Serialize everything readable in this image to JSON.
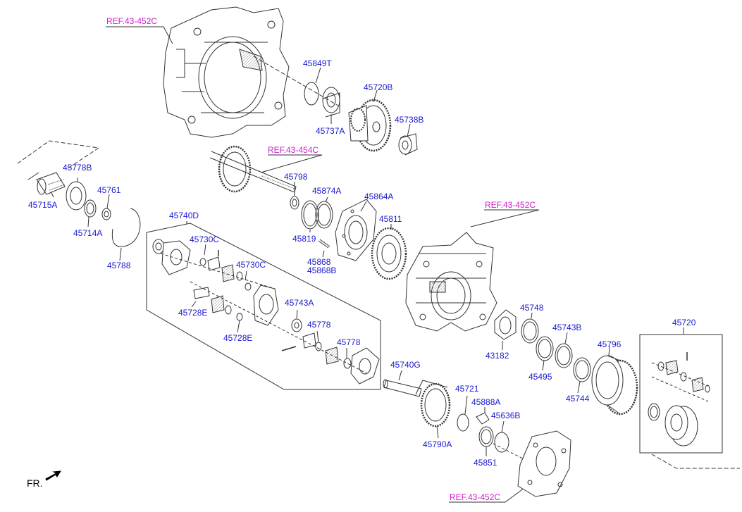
{
  "refs": {
    "ref_top": "REF.43-452C",
    "ref_mid": "REF.43-454C",
    "ref_right": "REF.43-452C",
    "ref_bottom": "REF.43-452C"
  },
  "parts": {
    "p45849T": "45849T",
    "p45720B": "45720B",
    "p45737A": "45737A",
    "p45738B": "45738B",
    "p45778B": "45778B",
    "p45715A": "45715A",
    "p45761": "45761",
    "p45714A": "45714A",
    "p45788": "45788",
    "p45798": "45798",
    "p45874A": "45874A",
    "p45864A": "45864A",
    "p45819": "45819",
    "p45811": "45811",
    "p45868": "45868",
    "p45868B": "45868B",
    "p45740D": "45740D",
    "p45730C_a": "45730C",
    "p45730C_b": "45730C",
    "p45728E_a": "45728E",
    "p45728E_b": "45728E",
    "p45743A": "45743A",
    "p45778_a": "45778",
    "p45778_b": "45778",
    "p45740G": "45740G",
    "p45721": "45721",
    "p45888A": "45888A",
    "p45636B": "45636B",
    "p45790A": "45790A",
    "p45851": "45851",
    "p43182": "43182",
    "p45748": "45748",
    "p45743B": "45743B",
    "p45495": "45495",
    "p45796": "45796",
    "p45744": "45744",
    "p45720": "45720"
  },
  "footer": {
    "fr_label": "FR."
  },
  "colors": {
    "part_label": "#1a1ad0",
    "ref_label": "#d21ccf",
    "line": "#333333"
  }
}
